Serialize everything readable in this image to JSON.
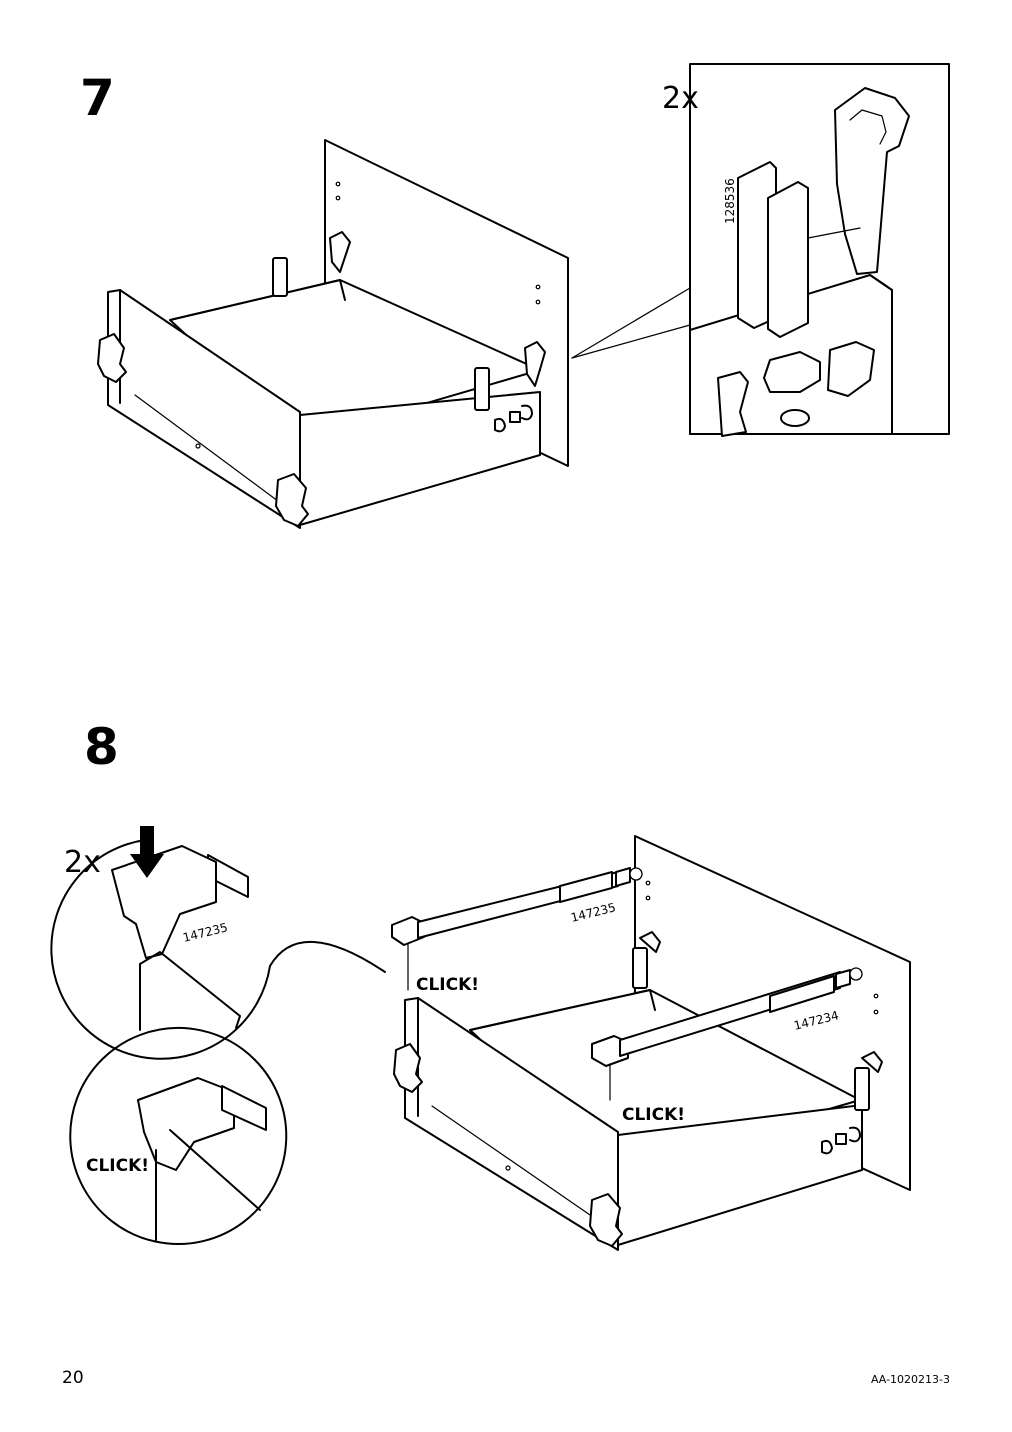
{
  "steps": [
    {
      "number": "7",
      "detail_quantity": "2x",
      "part_numbers": [
        "128536"
      ]
    },
    {
      "number": "8",
      "detail_quantity": "2x",
      "part_numbers": [
        "147235",
        "147235",
        "147234"
      ],
      "click_labels": [
        "CLICK!",
        "CLICK!",
        "CLICK!"
      ]
    }
  ],
  "footer": {
    "page_number": "20",
    "document_code": "AA-1020213-3"
  }
}
